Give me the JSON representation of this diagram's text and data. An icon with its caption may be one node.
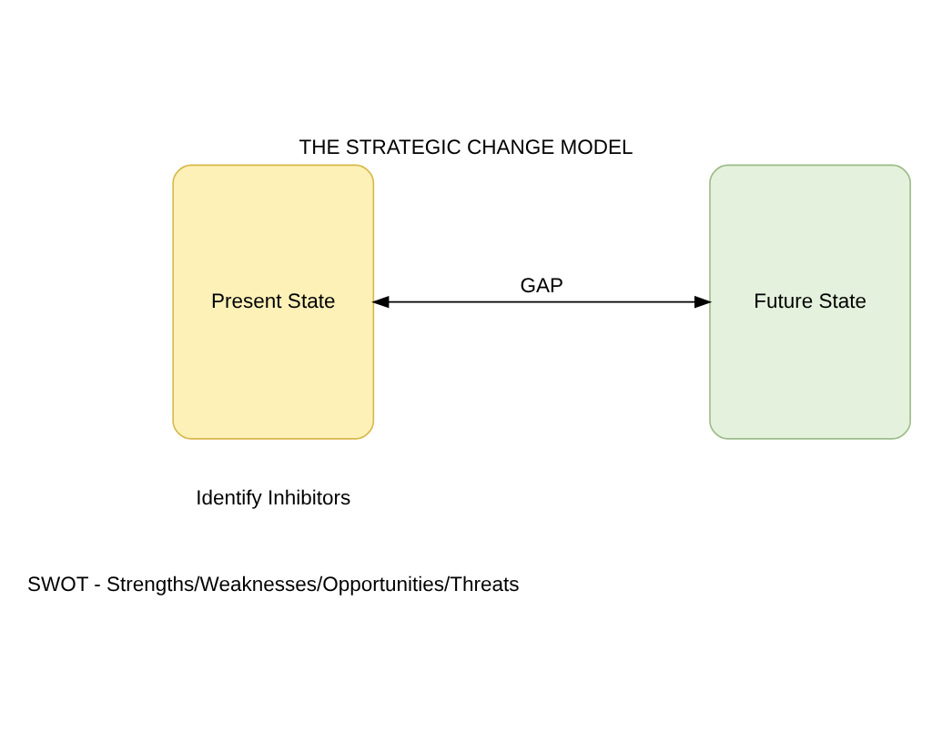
{
  "diagram": {
    "title": "THE STRATEGIC CHANGE MODEL",
    "nodes": [
      {
        "text": [
          "Present State"
        ]
      },
      {
        "text": [
          "Future State"
        ]
      }
    ],
    "edges": [
      {
        "from": 0,
        "to": 1,
        "arrow": "both",
        "label": "GAP"
      }
    ],
    "labels": [
      "Identify Inhibitors",
      "SWOT - Strengths/Weaknesses/Opportunities/Threats"
    ]
  }
}
